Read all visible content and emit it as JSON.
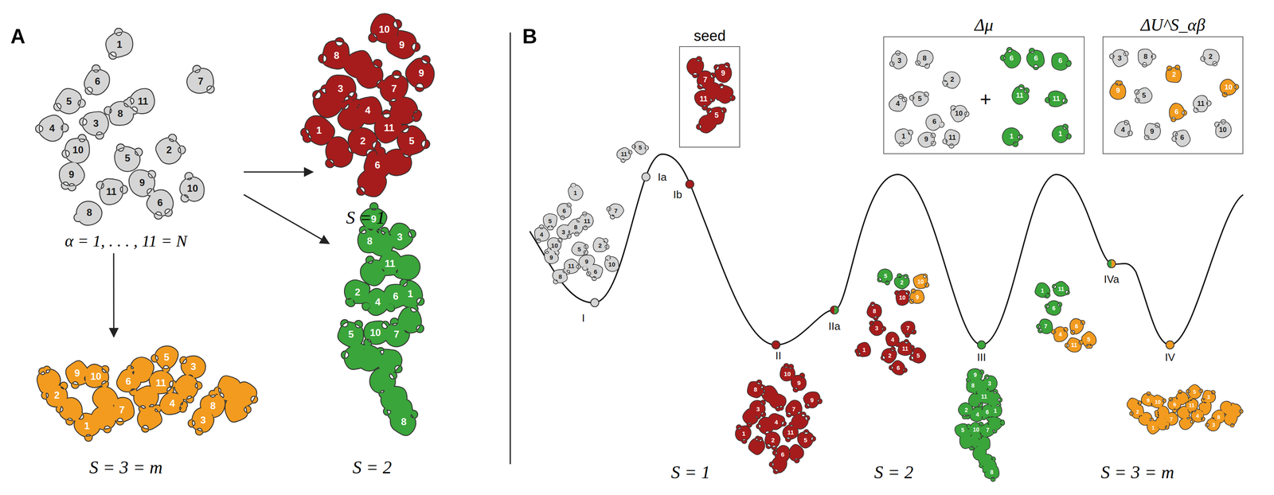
{
  "diagram": {
    "nodes": [
      {
        "text": [
          "α = 1, . . . , 11 = N"
        ]
      },
      {
        "text": [
          "S = 1"
        ]
      },
      {
        "text": [
          "S = 2"
        ]
      },
      {
        "text": [
          "S = 3 = m"
        ]
      },
      {
        "text": [
          "seed"
        ]
      },
      {
        "text": [
          "Δμ"
        ]
      },
      {
        "text": [
          "ΔU^S_αβ"
        ]
      }
    ],
    "edges": [
      {
        "from": 0,
        "to": 1,
        "arrow": "to"
      },
      {
        "from": 0,
        "to": 2,
        "arrow": "to"
      },
      {
        "from": 0,
        "to": 3,
        "arrow": "to"
      }
    ],
    "labels": [
      "A",
      "B",
      "1",
      "6",
      "11",
      "7",
      "5",
      "8",
      "3",
      "4",
      "10",
      "2",
      "5",
      "9",
      "9",
      "10",
      "11",
      "6",
      "8",
      "10",
      "8",
      "9",
      "9",
      "3",
      "7",
      "4",
      "1",
      "2",
      "11",
      "5",
      "6",
      "9",
      "8",
      "3",
      "11",
      "2",
      "4",
      "6",
      "1",
      "5",
      "10",
      "7",
      "8",
      "5",
      "3",
      "9",
      "10",
      "6",
      "11",
      "2",
      "4",
      "7",
      "8",
      "3",
      "1",
      "7",
      "9",
      "11",
      "5",
      "3",
      "8",
      "2",
      "4",
      "5",
      "6",
      "10",
      "1",
      "9",
      "11",
      "+",
      "6",
      "6",
      "6",
      "11",
      "11",
      "1",
      "1",
      "3",
      "8",
      "2",
      "5",
      "11",
      "4",
      "9",
      "6",
      "10",
      "9",
      "2",
      "6",
      "10",
      "1",
      "6",
      "11",
      "7",
      "5",
      "8",
      "3",
      "4",
      "10",
      "2",
      "5",
      "9",
      "9",
      "10",
      "11",
      "6",
      "8",
      "11",
      "5",
      "I",
      "Ia",
      "Ib",
      "II",
      "IIa",
      "III",
      "IVa",
      "IV",
      "10",
      "8",
      "9",
      "9",
      "3",
      "7",
      "4",
      "1",
      "2",
      "11",
      "5",
      "6",
      "5",
      "2",
      "10",
      "9",
      "10",
      "8",
      "3",
      "7",
      "4",
      "1",
      "2",
      "11",
      "5",
      "6",
      "9",
      "8",
      "3",
      "11",
      "2",
      "4",
      "6",
      "1",
      "5",
      "10",
      "7",
      "8",
      "1",
      "11",
      "6",
      "7",
      "4",
      "6",
      "11",
      "5",
      "5",
      "3",
      "9",
      "10",
      "6",
      "11",
      "2",
      "4",
      "7",
      "8",
      "3",
      "1",
      "S = 1",
      "S = 2",
      "S = 3 = m"
    ]
  }
}
